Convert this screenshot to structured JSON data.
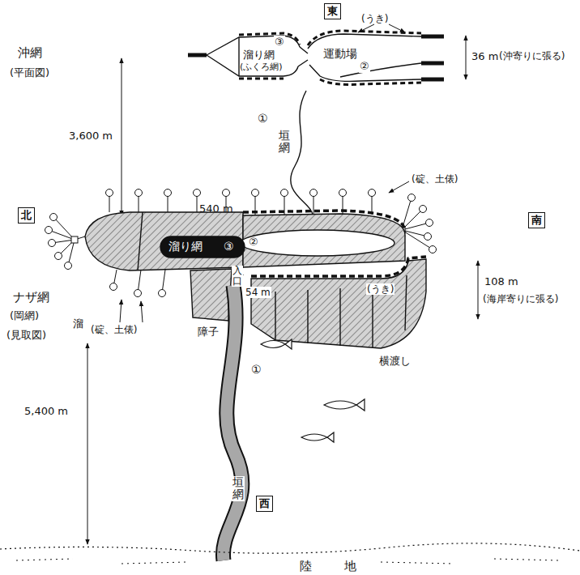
{
  "diagram": {
    "nodes": [
      {
        "text": [
          "東"
        ]
      },
      {
        "text": [
          "溜り網",
          "③",
          "(ふくろ網)"
        ]
      },
      {
        "text": [
          "運動場",
          "②"
        ]
      },
      {
        "text": [
          "北"
        ]
      },
      {
        "text": [
          "南"
        ]
      },
      {
        "text": [
          "溜り網",
          "③"
        ]
      },
      {
        "text": [
          "②"
        ]
      },
      {
        "text": [
          "西"
        ]
      }
    ],
    "labels": [
      "(うき)",
      "沖網",
      "(平面図)",
      "36 m",
      "(沖寄りに張る)",
      "3,600 m",
      "540 m",
      "垣網",
      "①",
      "(碇、土俵)",
      "ナザ網",
      "(岡網)",
      "(見取図)",
      "溜",
      "入口",
      "54 m",
      "障子",
      "(うき)",
      "108 m",
      "(海岸寄りに張る)",
      "横渡し",
      "①",
      "垣網",
      "5,400 m",
      "(碇、土俵)",
      "陸地"
    ]
  }
}
